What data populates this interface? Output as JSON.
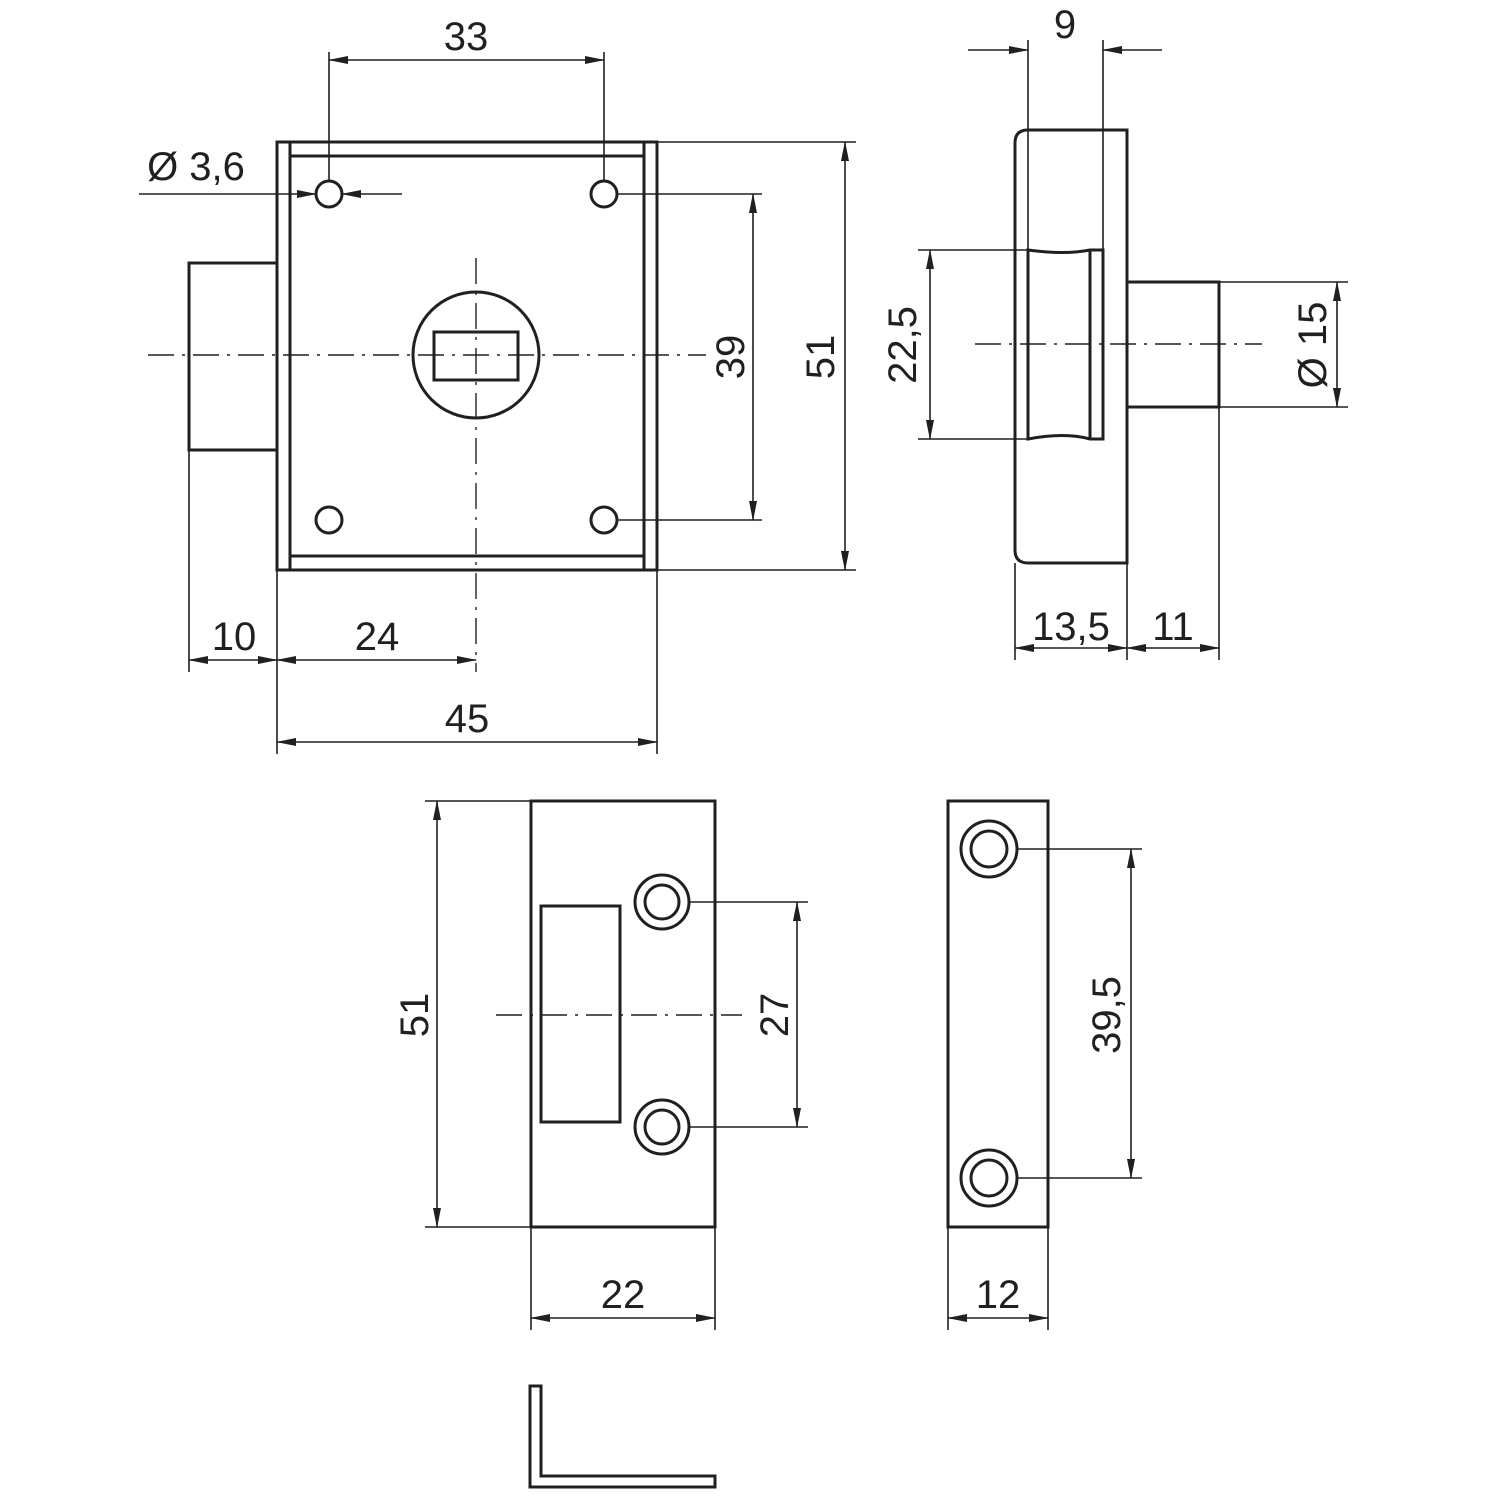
{
  "dimensions": {
    "hole_diameter": "Ø 3,6",
    "hole_spacing_horizontal": "33",
    "hole_spacing_vertical": "39",
    "body_height": "51",
    "bolt_projection": "10",
    "keyhole_offset": "24",
    "body_width": "45",
    "side_depth_top": "9",
    "side_bolt_height": "22,5",
    "side_cylinder_diameter": "Ø 15",
    "side_body_depth": "13,5",
    "side_cylinder_length": "11",
    "keeper_height": "51",
    "keeper_hole_spacing": "27",
    "keeper_width": "22",
    "plate_hole_spacing": "39,5",
    "plate_width": "12"
  },
  "colors": {
    "line": "#231f20",
    "background": "#ffffff"
  }
}
